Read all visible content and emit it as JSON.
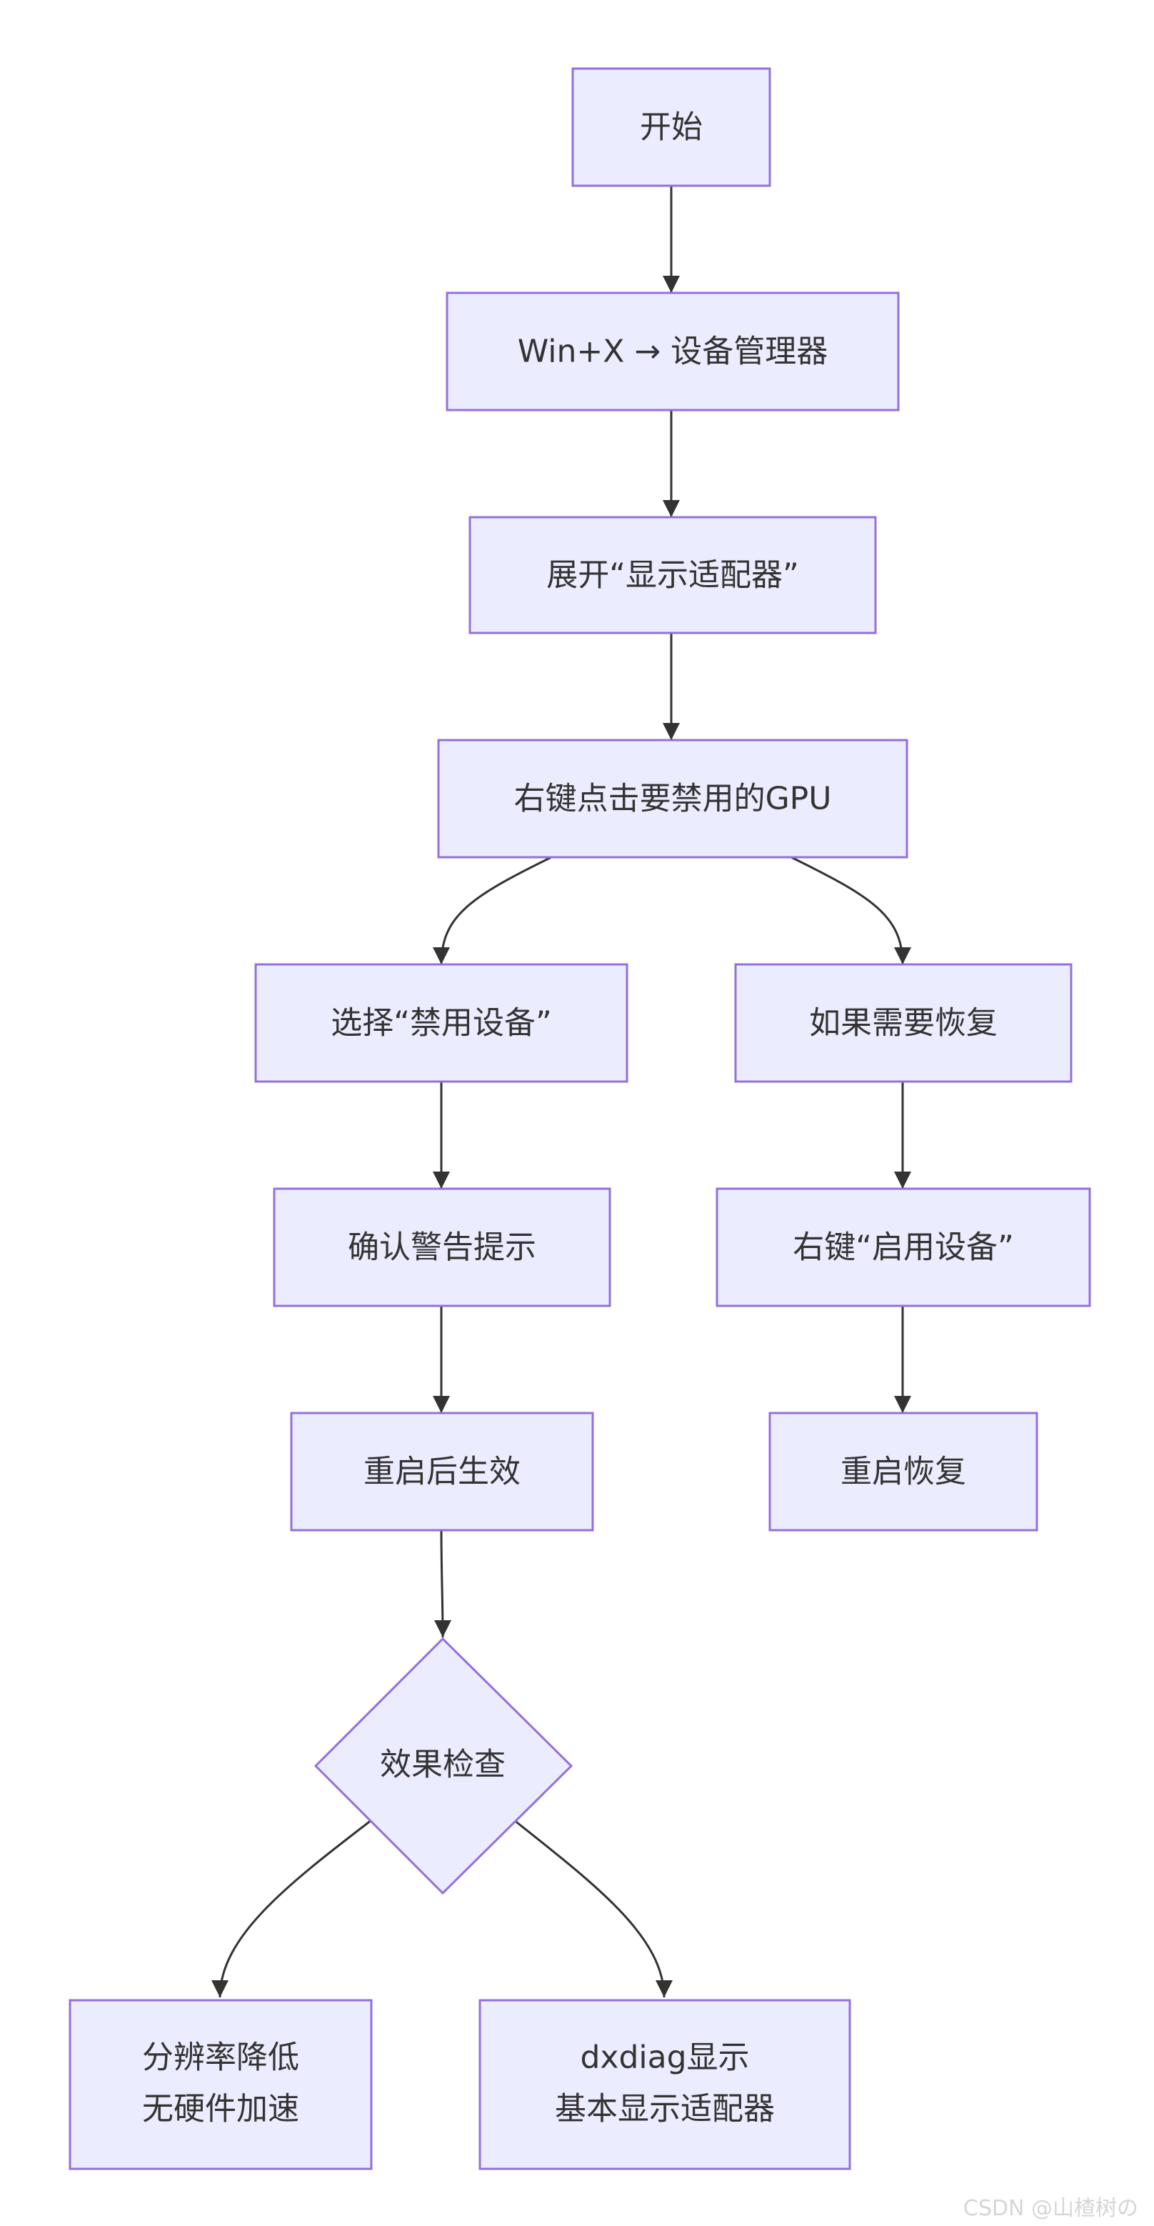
{
  "nodes": {
    "start": {
      "lines": [
        "开始"
      ]
    },
    "devmgr": {
      "lines": [
        "Win+X → 设备管理器"
      ]
    },
    "expand": {
      "lines": [
        "展开“显示适配器”"
      ]
    },
    "rightclick": {
      "lines": [
        "右键点击要禁用的GPU"
      ]
    },
    "disable": {
      "lines": [
        "选择“禁用设备”"
      ]
    },
    "confirm": {
      "lines": [
        "确认警告提示"
      ]
    },
    "reboot": {
      "lines": [
        "重启后生效"
      ]
    },
    "check": {
      "lines": [
        "效果检查"
      ]
    },
    "res": {
      "lines": [
        "分辨率降低",
        "无硬件加速"
      ]
    },
    "dxdiag": {
      "lines": [
        "dxdiag显示",
        "基本显示适配器"
      ]
    },
    "restore_if": {
      "lines": [
        "如果需要恢复"
      ]
    },
    "enable": {
      "lines": [
        "右键“启用设备”"
      ]
    },
    "reboot_restore": {
      "lines": [
        "重启恢复"
      ]
    }
  },
  "edges": [
    {
      "from": "start",
      "to": "devmgr"
    },
    {
      "from": "devmgr",
      "to": "expand"
    },
    {
      "from": "expand",
      "to": "rightclick"
    },
    {
      "from": "rightclick",
      "to": "disable"
    },
    {
      "from": "rightclick",
      "to": "restore_if"
    },
    {
      "from": "disable",
      "to": "confirm"
    },
    {
      "from": "confirm",
      "to": "reboot"
    },
    {
      "from": "reboot",
      "to": "check"
    },
    {
      "from": "check",
      "to": "res"
    },
    {
      "from": "check",
      "to": "dxdiag"
    },
    {
      "from": "restore_if",
      "to": "enable"
    },
    {
      "from": "enable",
      "to": "reboot_restore"
    }
  ],
  "colors": {
    "node_fill": "#ececff",
    "node_stroke": "#9370db",
    "edge": "#333333",
    "text": "#333333"
  },
  "watermark": "CSDN @山楂树の"
}
